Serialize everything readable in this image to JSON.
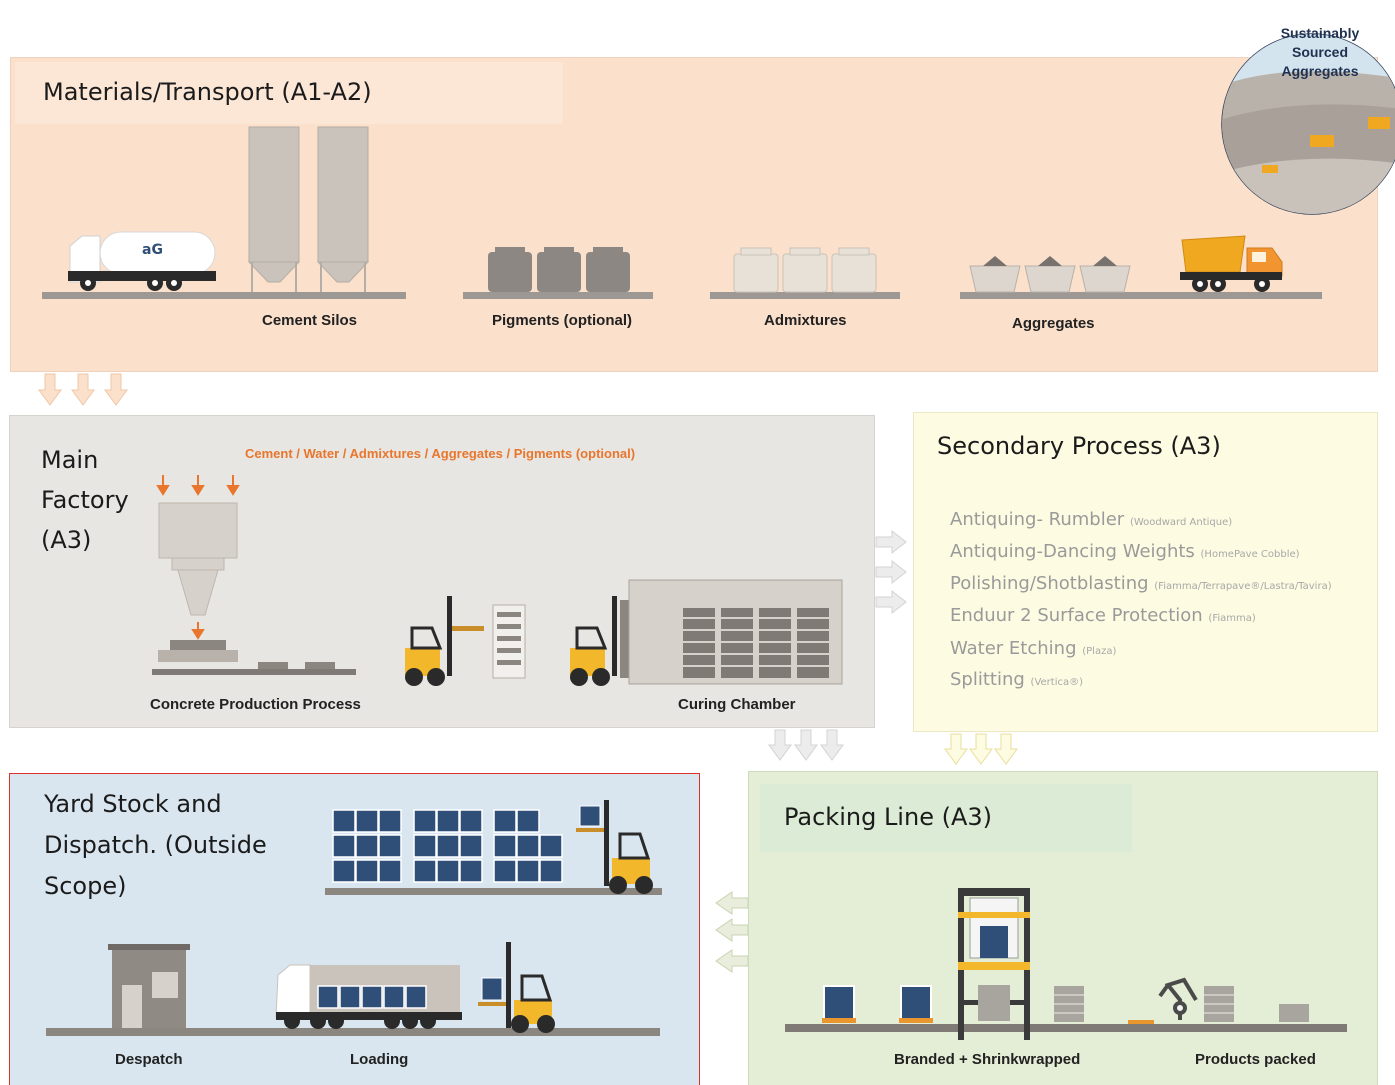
{
  "materials": {
    "title": "Materials/Transport (A1-A2)",
    "labels": {
      "cement_silos": "Cement Silos",
      "pigments": "Pigments (optional)",
      "admixtures": "Admixtures",
      "aggregates": "Aggregates"
    },
    "truck_logo": "aG",
    "badge": {
      "line1": "Sustainably",
      "line2": "Sourced",
      "line3": "Aggregates"
    }
  },
  "main_factory": {
    "title_line1": "Main",
    "title_line2": "Factory",
    "title_line3": "(A3)",
    "inputs": "Cement / Water / Admixtures / Aggregates / Pigments (optional)",
    "labels": {
      "production": "Concrete Production Process",
      "curing": "Curing Chamber"
    }
  },
  "secondary": {
    "title": "Secondary Process (A3)",
    "processes": [
      {
        "name": "Antiquing- Rumbler",
        "note": "(Woodward Antique)"
      },
      {
        "name": "Antiquing-Dancing Weights",
        "note": "(HomePave Cobble)"
      },
      {
        "name": "Polishing/Shotblasting",
        "note": "(Fiamma/Terrapave®/Lastra/Tavira)"
      },
      {
        "name": "Enduur 2 Surface Protection",
        "note": "(Fiamma)"
      },
      {
        "name": "Water Etching",
        "note": "(Plaza)"
      },
      {
        "name": "Splitting",
        "note": "(Vertica®)"
      }
    ]
  },
  "yard": {
    "title_line1": "Yard Stock and",
    "title_line2": "Dispatch. (Outside",
    "title_line3": "Scope)",
    "labels": {
      "despatch": "Despatch",
      "loading": "Loading"
    }
  },
  "packing": {
    "title": "Packing Line (A3)",
    "labels": {
      "branded": "Branded + Shrinkwrapped",
      "packed": "Products packed"
    }
  },
  "colors": {
    "materials_bg": "#fbe0cb",
    "factory_bg": "#e8e6e2",
    "secondary_bg": "#fdfbe2",
    "yard_bg": "#d9e6ef",
    "yard_border": "#d9342b",
    "packing_bg": "#e4edd5",
    "accent_orange": "#e8762d",
    "forklift_yellow": "#f2b72b",
    "pallet_blue": "#2f4f78"
  }
}
